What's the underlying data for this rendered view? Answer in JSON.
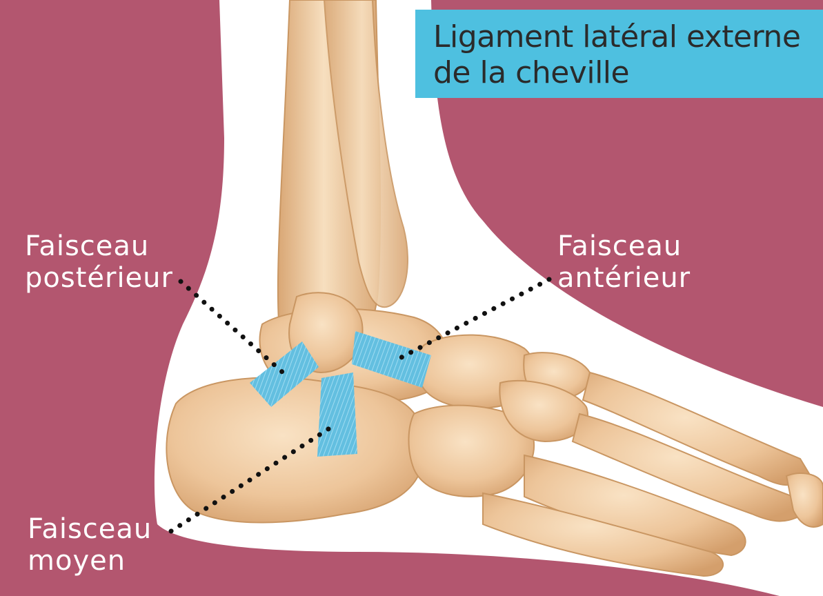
{
  "title": {
    "line1": "Ligament latéral externe",
    "line2": "de la cheville"
  },
  "labels": {
    "posterior": {
      "line1": "Faisceau",
      "line2": "postérieur"
    },
    "anterior": {
      "line1": "Faisceau",
      "line2": "antérieur"
    },
    "middle": {
      "line1": "Faisceau",
      "line2": "moyen"
    }
  },
  "colors": {
    "background": "#b3566f",
    "skin_outline": "#ffffff",
    "bone": "#edc59a",
    "ligament": "#63bfe0",
    "title_box": "#4ec0e0"
  }
}
